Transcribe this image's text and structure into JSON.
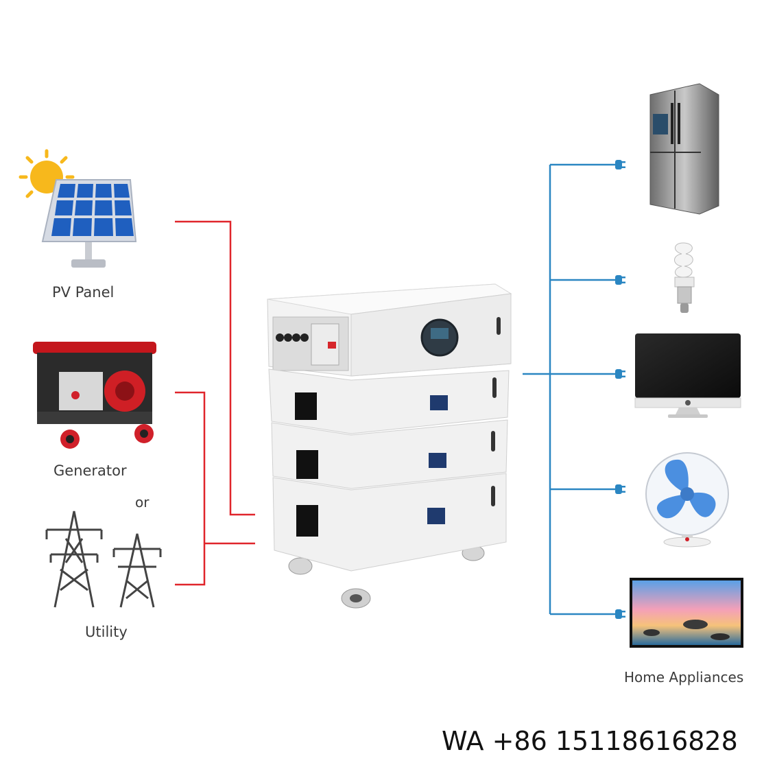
{
  "labels": {
    "pv_panel": "PV Panel",
    "generator": "Generator",
    "or": "or",
    "utility": "Utility",
    "home_appliances": "Home Appliances"
  },
  "contact": "WA +86 15118616828",
  "colors": {
    "input_line": "#e0252b",
    "output_line": "#2a86c2",
    "cabinet": "#f1f1f1",
    "display": "#1f3a6e"
  },
  "icons": {
    "sources": [
      "solar-panel-icon",
      "generator-icon",
      "utility-tower-icon"
    ],
    "loads": [
      "refrigerator-icon",
      "light-bulb-icon",
      "monitor-icon",
      "fan-icon",
      "tv-icon"
    ]
  }
}
